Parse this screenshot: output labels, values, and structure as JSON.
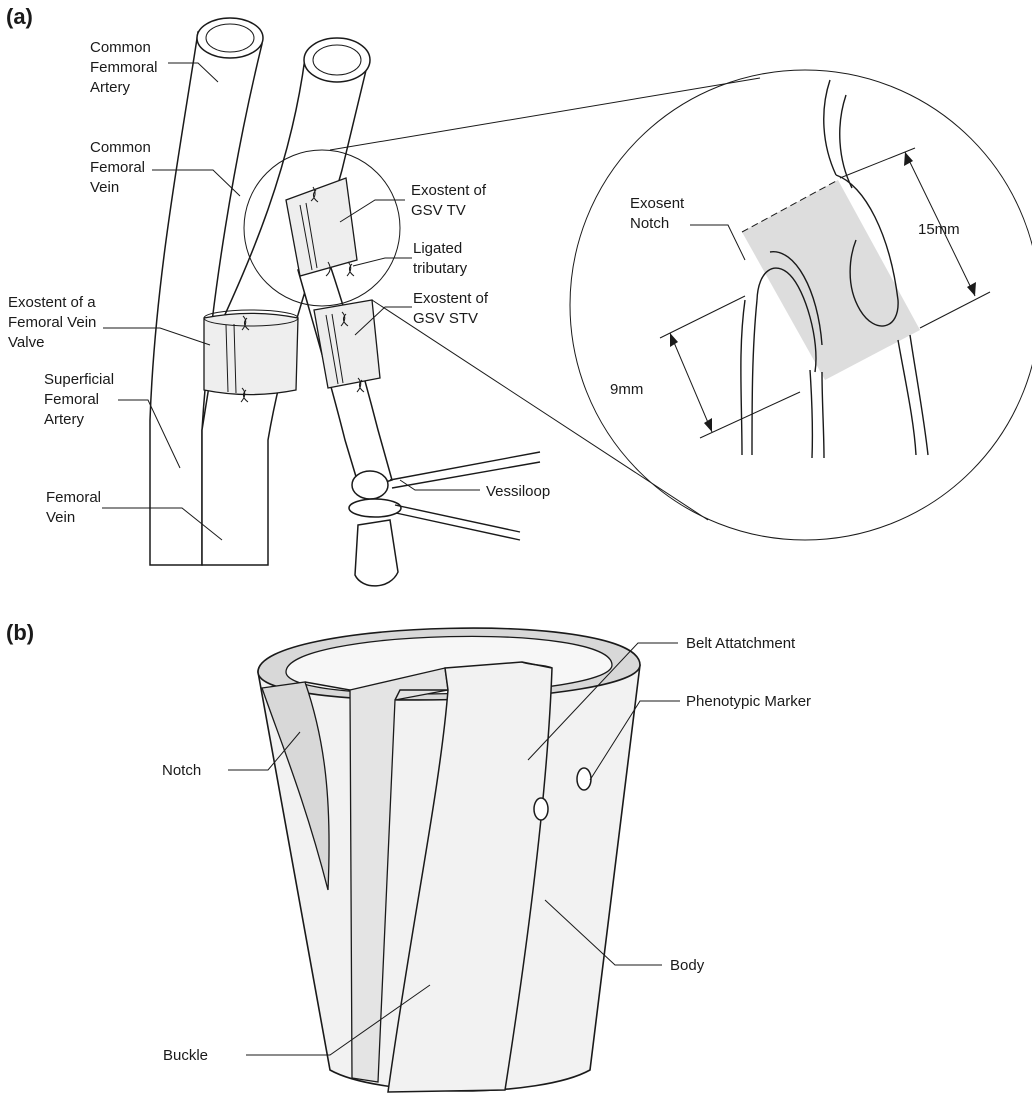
{
  "panels": {
    "a": "(a)",
    "b": "(b)"
  },
  "labels_a": {
    "cfa": [
      "Common",
      "Femmoral",
      "Artery"
    ],
    "cfv": [
      "Common",
      "Femoral",
      "Vein"
    ],
    "exo_gsv_tv": [
      "Exostent of",
      "GSV TV"
    ],
    "ligated": [
      "Ligated",
      "tributary"
    ],
    "exo_gsv_stv": [
      "Exostent of",
      "GSV STV"
    ],
    "exo_femoral_valve": [
      "Exostent of a",
      "Femoral Vein",
      "Valve"
    ],
    "sfa": [
      "Superficial",
      "Femoral",
      "Artery"
    ],
    "fv": [
      "Femoral",
      "Vein"
    ],
    "vessiloop": "Vessiloop",
    "exosent_notch": [
      "Exosent",
      "Notch"
    ],
    "dim_15": "15mm",
    "dim_9": "9mm"
  },
  "labels_b": {
    "belt": "Belt Attatchment",
    "marker": "Phenotypic Marker",
    "notch": "Notch",
    "body": "Body",
    "buckle": "Buckle"
  }
}
